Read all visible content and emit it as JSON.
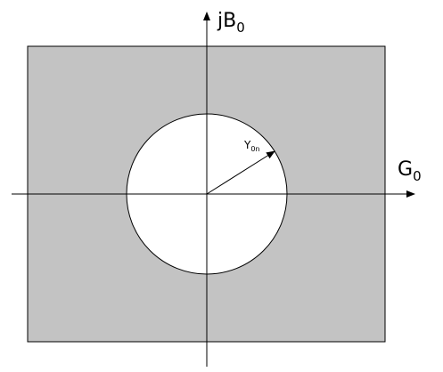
{
  "diagram": {
    "y_axis_label": {
      "main": "jB",
      "sub": "0"
    },
    "x_axis_label": {
      "main": "G",
      "sub": "0"
    },
    "radius_label": {
      "main": "Y",
      "sub": "0n"
    }
  },
  "colors": {
    "background": "#ffffff",
    "region_fill": "#c3c3c3",
    "circle_fill": "#ffffff",
    "stroke": "#000000"
  }
}
